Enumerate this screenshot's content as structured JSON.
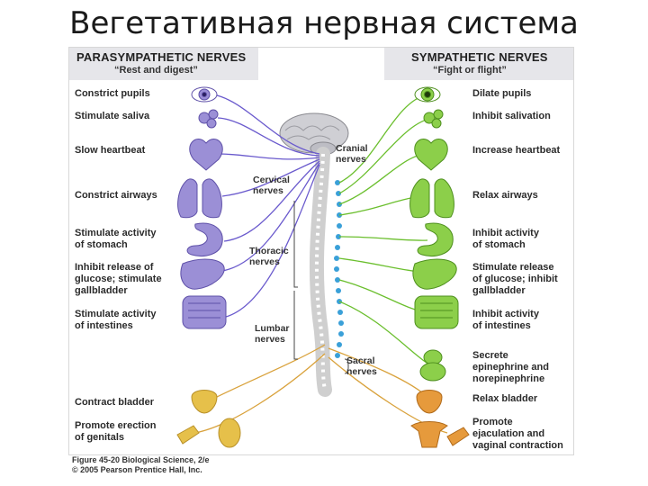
{
  "slide_title": "Вегетативная нервная система",
  "parasympathetic": {
    "title": "PARASYMPATHETIC NERVES",
    "subtitle": "“Rest and digest”",
    "color": "#6a5acd",
    "functions": [
      {
        "label": "Constrict pupils",
        "organ": "eye-icon"
      },
      {
        "label": "Stimulate saliva",
        "organ": "salivary-gland-icon"
      },
      {
        "label": "Slow heartbeat",
        "organ": "heart-icon"
      },
      {
        "label": "Constrict airways",
        "organ": "lungs-icon"
      },
      {
        "label": "Stimulate activity\nof stomach",
        "organ": "stomach-icon"
      },
      {
        "label": "Inhibit release of\nglucose; stimulate\ngallbladder",
        "organ": "liver-icon"
      },
      {
        "label": "Stimulate activity\nof intestines",
        "organ": "intestines-icon"
      },
      {
        "label": "Contract bladder",
        "organ": "bladder-icon"
      },
      {
        "label": "Promote erection\nof genitals",
        "organ": "genitals-icon"
      }
    ]
  },
  "sympathetic": {
    "title": "SYMPATHETIC NERVES",
    "subtitle": "“Fight or flight”",
    "color": "#6bbf2e",
    "functions": [
      {
        "label": "Dilate pupils",
        "organ": "eye-icon"
      },
      {
        "label": "Inhibit salivation",
        "organ": "salivary-gland-icon"
      },
      {
        "label": "Increase heartbeat",
        "organ": "heart-icon"
      },
      {
        "label": "Relax airways",
        "organ": "lungs-icon"
      },
      {
        "label": "Inhibit activity\nof stomach",
        "organ": "stomach-icon"
      },
      {
        "label": "Stimulate release\nof glucose; inhibit\ngallbladder",
        "organ": "liver-icon"
      },
      {
        "label": "Inhibit activity\nof intestines",
        "organ": "intestines-icon"
      },
      {
        "label": "Secrete\nepinephrine and\nnorepinephrine",
        "organ": "adrenal-gland-icon"
      },
      {
        "label": "Relax bladder",
        "organ": "bladder-icon"
      },
      {
        "label": "Promote\nejaculation and\nvaginal contraction",
        "organ": "genitals-icon"
      }
    ]
  },
  "nerve_regions": {
    "cranial": "Cranial\nnerves",
    "cervical": "Cervical\nnerves",
    "thoracic": "Thoracic\nnerves",
    "lumbar": "Lumbar\nnerves",
    "sacral": "Sacral\nnerves"
  },
  "caption": "Figure 45-20 Biological Science, 2/e\n© 2005 Pearson Prentice Hall, Inc.",
  "colors": {
    "parasympathetic_nerve": "#6a5acd",
    "sympathetic_nerve": "#6bbf2e",
    "sacral_nerve": "#d9a23c",
    "organ_purple": "#9b8fd6",
    "organ_green": "#8ccf4a",
    "organ_orange": "#e69a3c",
    "ganglia_blue": "#3aa0d8"
  }
}
